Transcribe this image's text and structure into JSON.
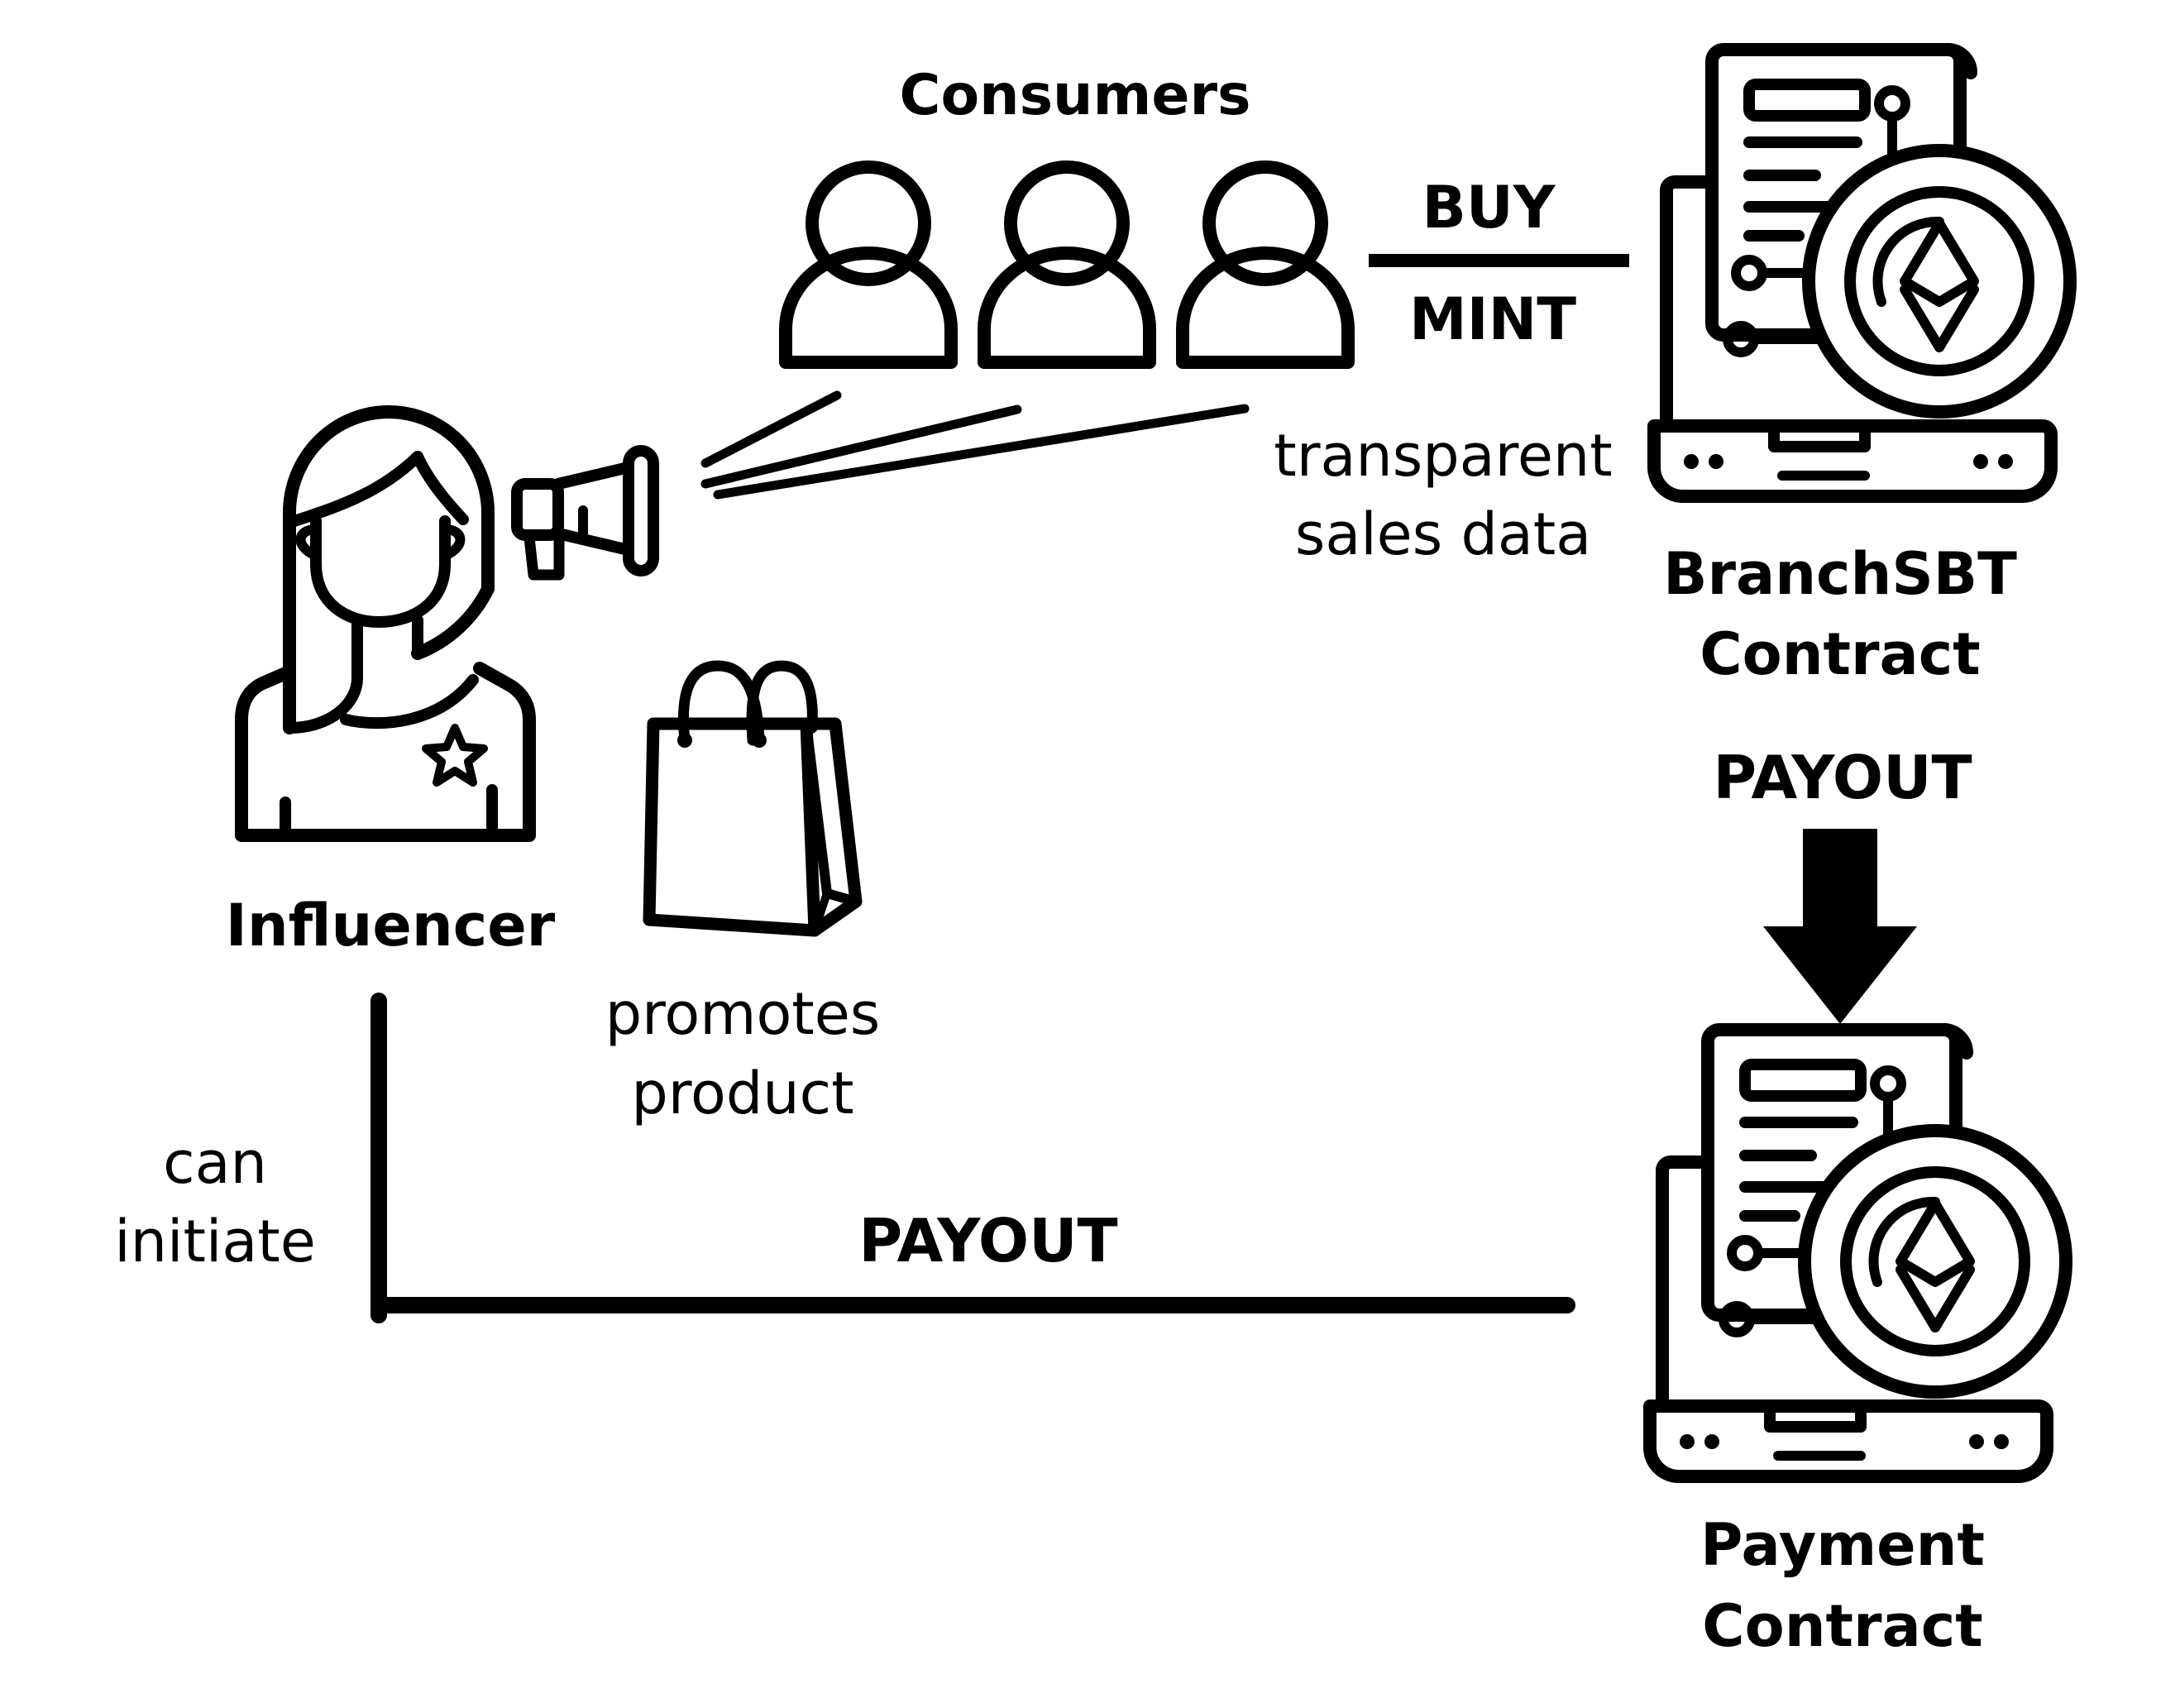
{
  "labels": {
    "consumers": "Consumers",
    "buy": "BUY",
    "mint": "MINT",
    "transparent_line1": "transparent",
    "transparent_line2": "sales data",
    "branch_line1": "BranchSBT",
    "branch_line2": "Contract",
    "payout_vertical": "PAYOUT",
    "influencer": "Influencer",
    "promotes_line1": "promotes",
    "promotes_line2": "product",
    "can_line1": "can",
    "can_line2": "initiate",
    "payout_horizontal": "PAYOUT",
    "payment_line1": "Payment",
    "payment_line2": "Contract"
  },
  "icons": {
    "consumer": "person-outline-icon",
    "influencer": "woman-influencer-icon",
    "megaphone": "megaphone-icon",
    "shopping_bag": "shopping-bag-icon",
    "smart_contract": "laptop-ethereum-contract-icon",
    "arrow": "arrow-down-icon"
  },
  "colors": {
    "ink": "#000000",
    "background": "#ffffff"
  }
}
